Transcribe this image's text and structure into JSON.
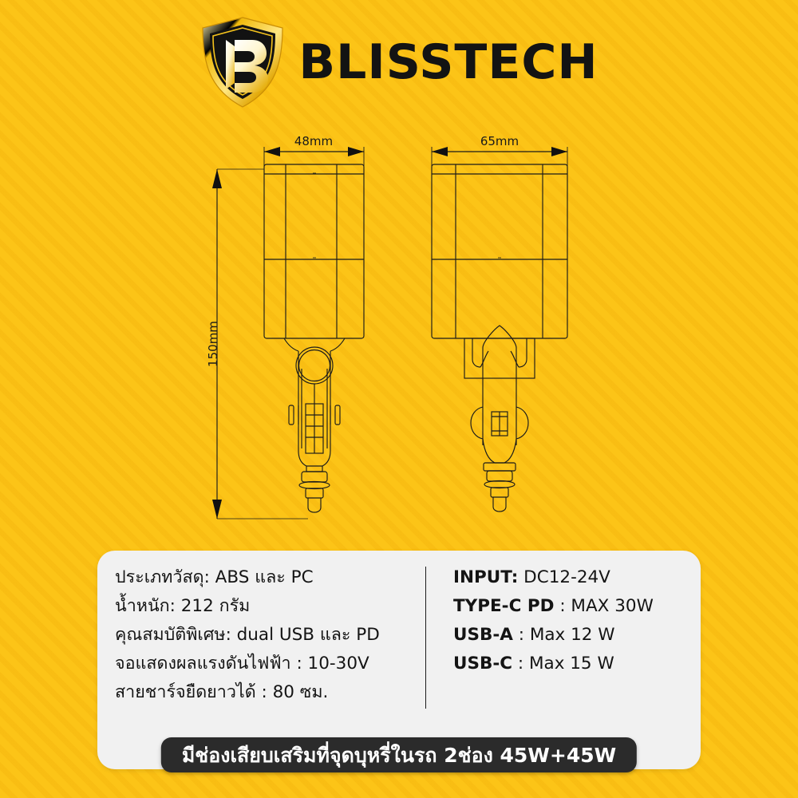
{
  "brand": {
    "name": "BLISSTECH",
    "logo_icon": "shield-b-monogram-icon"
  },
  "drawing": {
    "title": "car-charger-technical-drawing",
    "dimensions": {
      "front_width": "48mm",
      "side_width": "65mm",
      "height": "150mm"
    },
    "views": [
      {
        "name": "front-view",
        "label": "48mm"
      },
      {
        "name": "side-view",
        "label": "65mm"
      }
    ]
  },
  "specs": {
    "left": [
      "ประเภทวัสดุ: ABS และ PC",
      "น้ำหนัก: 212 กรัม",
      "คุณสมบัติพิเศษ: dual USB และ PD",
      "จอแสดงผลแรงดันไฟฟ้า : 10-30V",
      "สายชาร์จยืดยาวได้ : 80 ซม."
    ],
    "right": [
      {
        "key": "INPUT:",
        "value": "DC12-24V"
      },
      {
        "key": "TYPE-C PD",
        "value": ": MAX 30W"
      },
      {
        "key": "USB-A",
        "value": ": Max 12 W"
      },
      {
        "key": "USB-C",
        "value": ": Max 15 W"
      }
    ]
  },
  "banner": {
    "text": "มีช่องเสียบเสริมที่จุดบุหรี่ในรถ 2ช่อง 45W+45W"
  },
  "colors": {
    "background": "#FCC417",
    "stripe": "#F6B810",
    "card": "#F1F1F1",
    "banner": "#2b2b2b",
    "line": "#1a1a1a",
    "text": "#141414"
  }
}
